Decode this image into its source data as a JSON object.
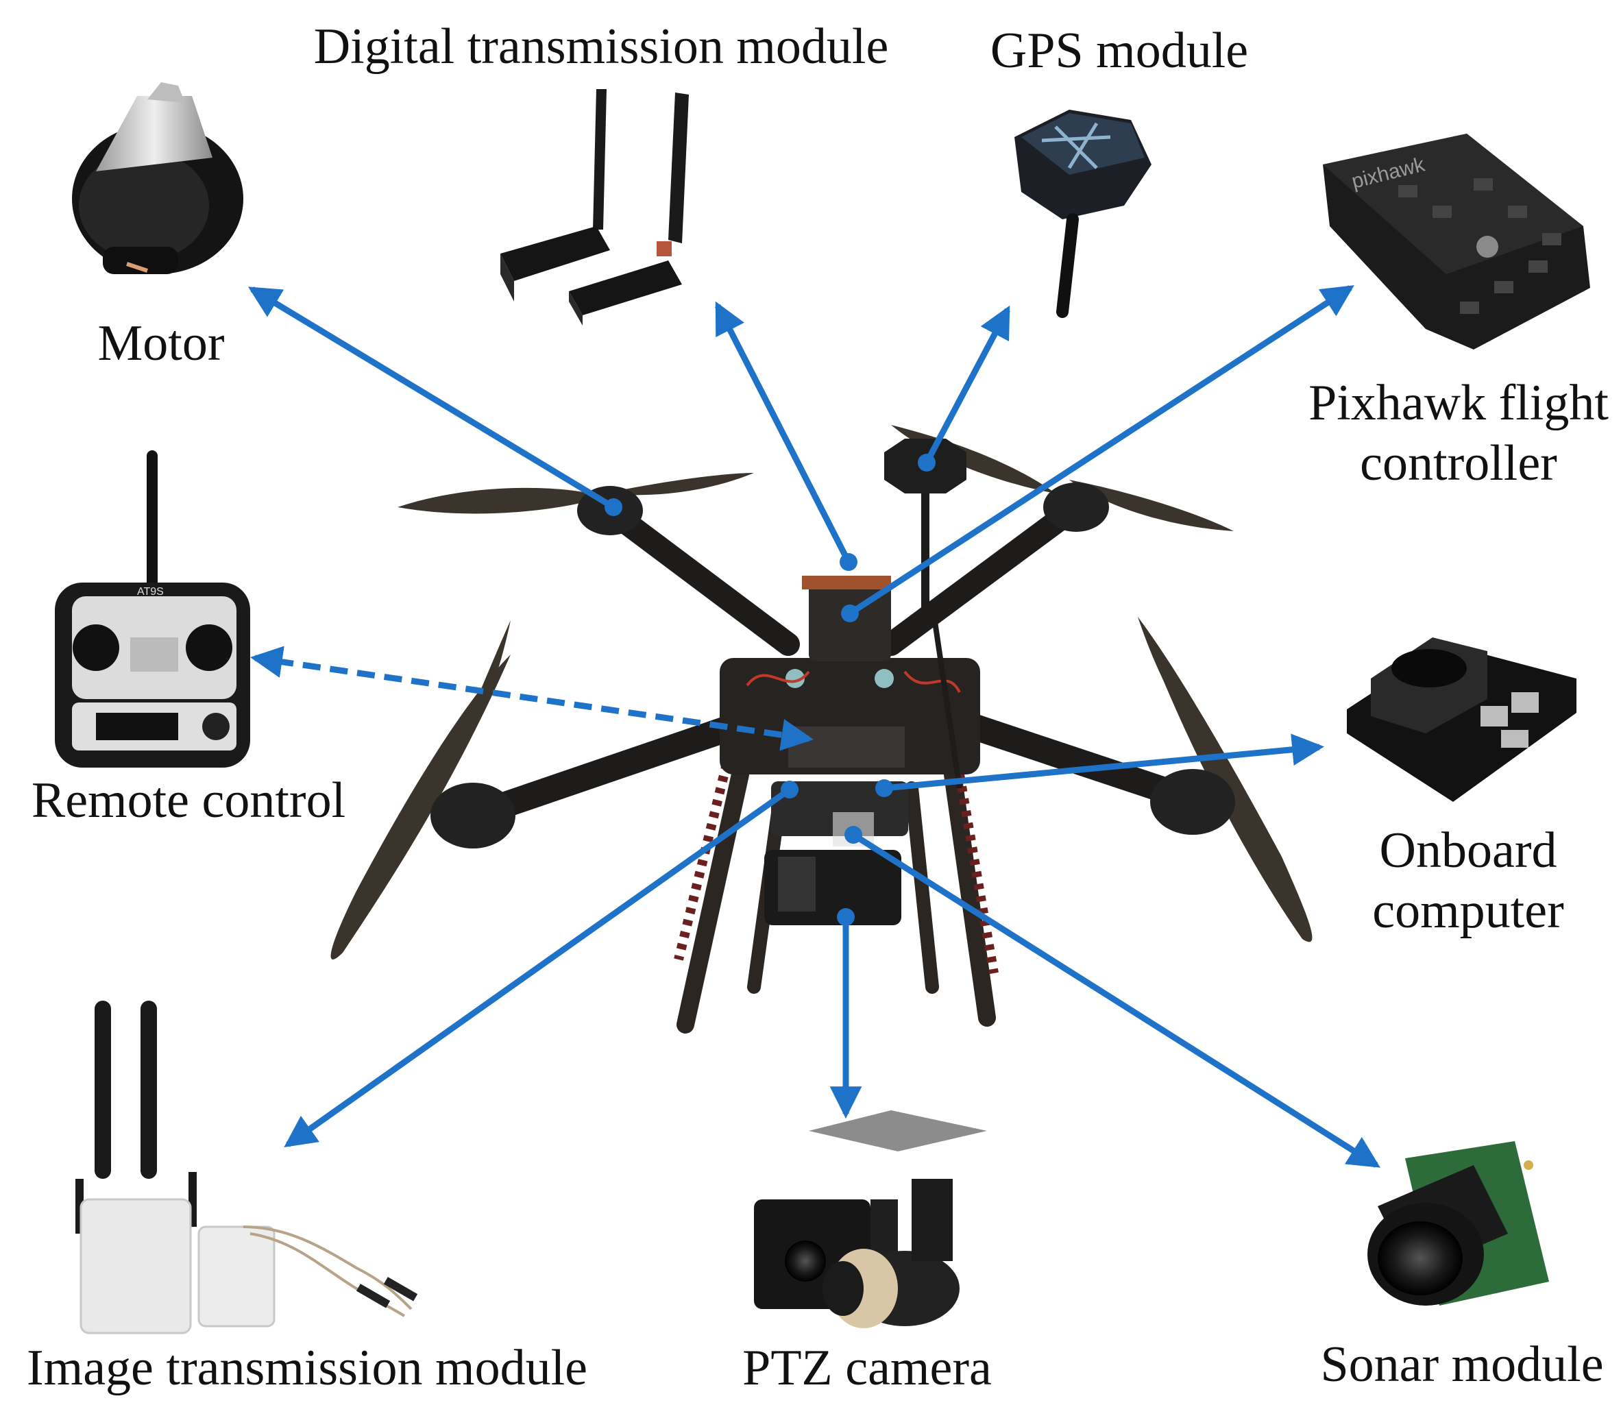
{
  "labels": {
    "digital_transmission": "Digital transmission module",
    "gps": "GPS module",
    "motor": "Motor",
    "pixhawk_line1": "Pixhawk flight",
    "pixhawk_line2": "controller",
    "remote_control": "Remote control",
    "onboard_line1": "Onboard",
    "onboard_line2": "computer",
    "image_transmission": "Image transmission module",
    "ptz_camera": "PTZ camera",
    "sonar": "Sonar module"
  },
  "device_text": {
    "pixhawk": "pixhawk",
    "remote": "AT9S"
  },
  "colors": {
    "arrow": "#1e73c8",
    "frame": "#1d1c1a",
    "propeller": "#3a342c",
    "device_dark": "#222222",
    "device_light": "#e9e9e9",
    "sonar_board": "#2e6b3a"
  },
  "connections": [
    {
      "from": "motor-mount",
      "to": "motor",
      "style": "solid"
    },
    {
      "from": "telemetry-port",
      "to": "digital-transmission-module",
      "style": "solid"
    },
    {
      "from": "gps-puck",
      "to": "gps-module",
      "style": "solid"
    },
    {
      "from": "flight-controller",
      "to": "pixhawk-flight-controller",
      "style": "solid"
    },
    {
      "from": "receiver",
      "to": "remote-control",
      "style": "dashed",
      "bidirectional": true
    },
    {
      "from": "companion-board",
      "to": "onboard-computer",
      "style": "solid"
    },
    {
      "from": "video-tx",
      "to": "image-transmission-module",
      "style": "solid"
    },
    {
      "from": "gimbal",
      "to": "ptz-camera",
      "style": "solid"
    },
    {
      "from": "sonar-mount",
      "to": "sonar-module",
      "style": "solid"
    }
  ]
}
